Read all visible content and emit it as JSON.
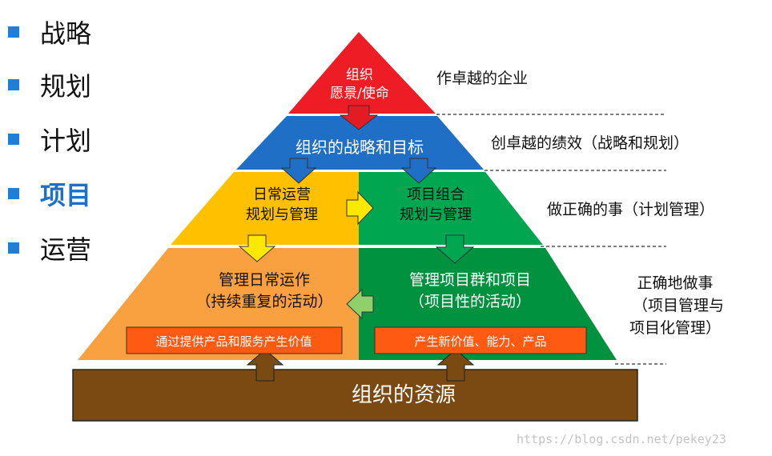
{
  "menu": {
    "items": [
      {
        "label": "战略"
      },
      {
        "label": "规划"
      },
      {
        "label": "计划"
      },
      {
        "label": "项目",
        "active": true
      },
      {
        "label": "运营"
      }
    ]
  },
  "pyramid": {
    "top": {
      "line1": "组织",
      "line2": "愿景/使命"
    },
    "tier2": {
      "label": "组织的战略和目标"
    },
    "tier3_left": {
      "line1": "日常运营",
      "line2": "规划与管理"
    },
    "tier3_right": {
      "line1": "项目组合",
      "line2": "规划与管理"
    },
    "tier4_left": {
      "line1": "管理日常运作",
      "line2": "（持续重复的活动）",
      "box": "通过提供产品和服务产生价值"
    },
    "tier4_right": {
      "line1": "管理项目群和项目",
      "line2": "（项目性的活动）",
      "box": "产生新价值、能力、产品"
    },
    "base": {
      "label": "组织的资源"
    }
  },
  "annotations": {
    "a1": "作卓越的企业",
    "a2": "创卓越的绩效（战略和规划）",
    "a3": "做正确的事（计划管理）",
    "a4_line1": "正确地做事",
    "a4_line2": "（项目管理与",
    "a4_line3": "项目化管理）"
  },
  "colors": {
    "top": "#ee1c25",
    "tier2": "#1f6fc6",
    "tier3_left": "#ffc000",
    "tier3_right": "#00a650",
    "tier4_left": "#f9a040",
    "tier4_right": "#00923f",
    "base": "#7a4a12",
    "box": "#ff5a12"
  },
  "watermark": "https://blog.csdn.net/pekey23"
}
